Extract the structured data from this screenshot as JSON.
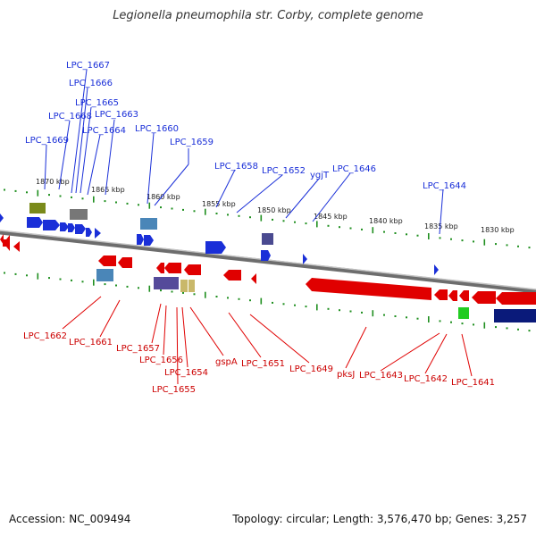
{
  "title": "Legionella pneumophila str. Corby, complete genome",
  "footer": {
    "accession": "Accession: NC_009494",
    "summary": "Topology: circular; Length: 3,576,470 bp; Genes: 3,257"
  },
  "colors": {
    "forward": "#1a2fd8",
    "reverse": "#e00000",
    "backbone": "#888888",
    "tick": "#1f8f1f",
    "olive": "#7a8a1a",
    "gray": "#777777",
    "steel": "#4a86b8",
    "purple": "#554a9a",
    "khaki": "#c9b86a",
    "green": "#22cc22",
    "navy": "#0a1a7a"
  },
  "scale_ticks": [
    "1870 kbp",
    "1865 kbp",
    "1860 kbp",
    "1855 kbp",
    "1850 kbp",
    "1845 kbp",
    "1840 kbp",
    "1835 kbp",
    "1830 kbp"
  ],
  "top_labels": [
    "LPC_1667",
    "LPC_1666",
    "LPC_1665",
    "LPC_1668",
    "LPC_1663",
    "LPC_1664",
    "LPC_1669",
    "LPC_1660",
    "LPC_1659",
    "LPC_1658",
    "LPC_1652",
    "ygjT",
    "LPC_1646",
    "LPC_1644"
  ],
  "bottom_labels": [
    "LPC_1662",
    "LPC_1661",
    "LPC_1657",
    "LPC_1656",
    "LPC_1654",
    "gspA",
    "LPC_1655",
    "LPC_1651",
    "LPC_1649",
    "pksJ",
    "LPC_1643",
    "LPC_1642",
    "LPC_1641"
  ]
}
